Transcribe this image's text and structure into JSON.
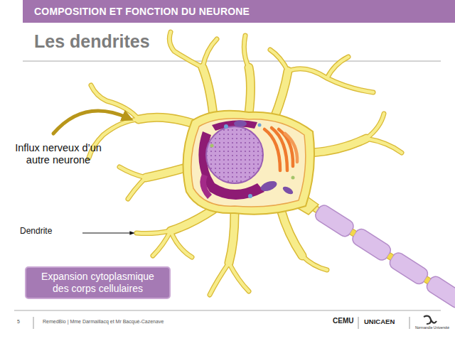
{
  "diagram": {
    "title": "Les dendrites",
    "nodes": [
      {
        "text": [
          "COMPOSITION ET FONCTION DU NEURONE"
        ]
      },
      {
        "text": [
          "Expansion cytoplasmique des corps cellulaires"
        ]
      }
    ],
    "labels": [
      "Influx nerveux d’un autre neurone",
      "Dendrite",
      "5",
      "RemedBio | Mme Darmaillacq et Mr Bacqué-Cazenave",
      "CEMU",
      "UNICAEN",
      "Normandie Université"
    ]
  }
}
